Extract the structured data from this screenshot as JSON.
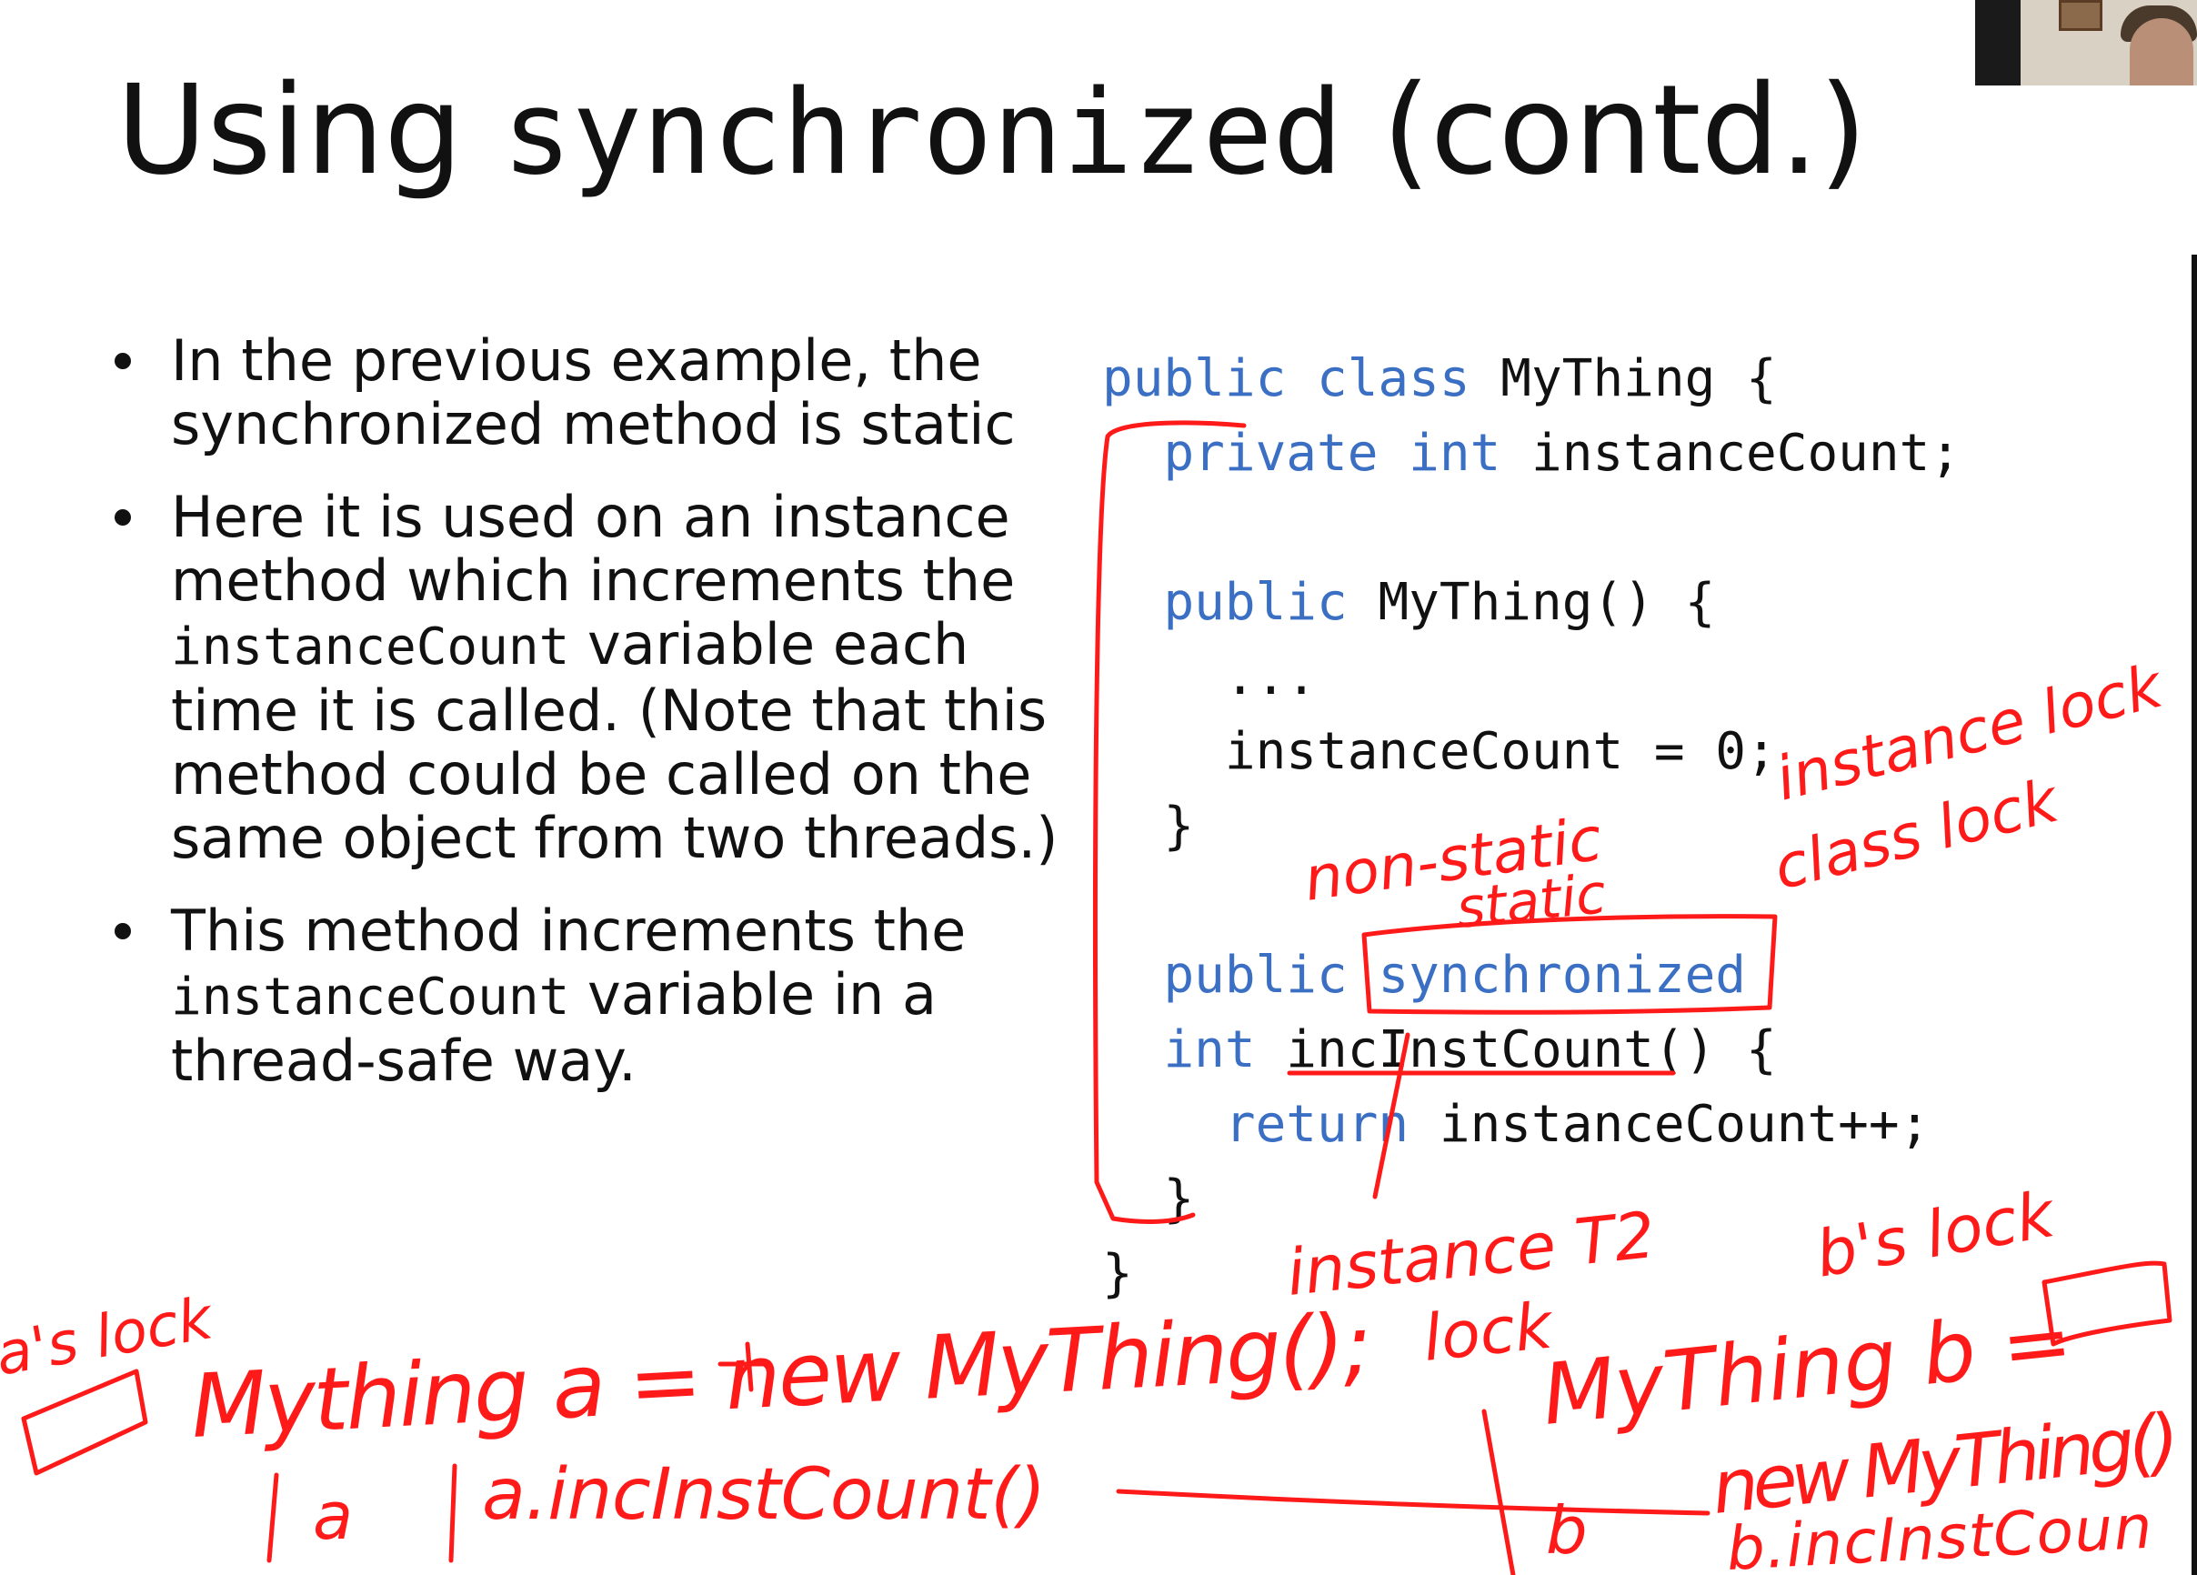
{
  "slide": {
    "title_part1": "Using ",
    "title_code": "synchronized",
    "title_part2": " (contd.)",
    "bullets": {
      "b1": "In the previous example, the synchronized method is static",
      "b2_pre": "Here it is used on an instance method which increments the ",
      "b2_code": "instanceCount",
      "b2_post": " variable each time it is called. (Note that this method could be called on the same object from two threads.)",
      "b3_pre": "This method increments the ",
      "b3_code": "instanceCount",
      "b3_post": " variable in a thread-safe way."
    },
    "code": {
      "l1_kw": "public class",
      "l1_rest": " MyThing {",
      "l2_kw": "private int",
      "l2_rest": " instanceCount;",
      "l3_kw": "public",
      "l3_rest": " MyThing() {",
      "l4": "...",
      "l5": "instanceCount = 0;",
      "l6": "}",
      "l7_kw": "public synchronized",
      "l8_kw": "int",
      "l8_rest": " incInstCount() {",
      "l9_kw": "return",
      "l9_rest": " instanceCount++;",
      "l10": "}",
      "l11": "}"
    }
  },
  "annotations": {
    "non_static": "non-static",
    "instance_lock": "instance lock",
    "static": "static",
    "class_lock": "class lock",
    "instance_t2": "instance T2",
    "lock": "lock",
    "bs_lock": "b's lock",
    "as_lock": "a's lock",
    "mything_a": "Mything  a = new MyThing();",
    "a_label": "a",
    "a_call": "a.incInstCount()",
    "mything_b": "MyThing b =",
    "new_mything": "new MyThing()",
    "b_label": "b",
    "b_call": "b.incInstCoun"
  },
  "colors": {
    "ink": "#ff1a1a",
    "keyword": "#3a6fc4",
    "text": "#111111"
  }
}
